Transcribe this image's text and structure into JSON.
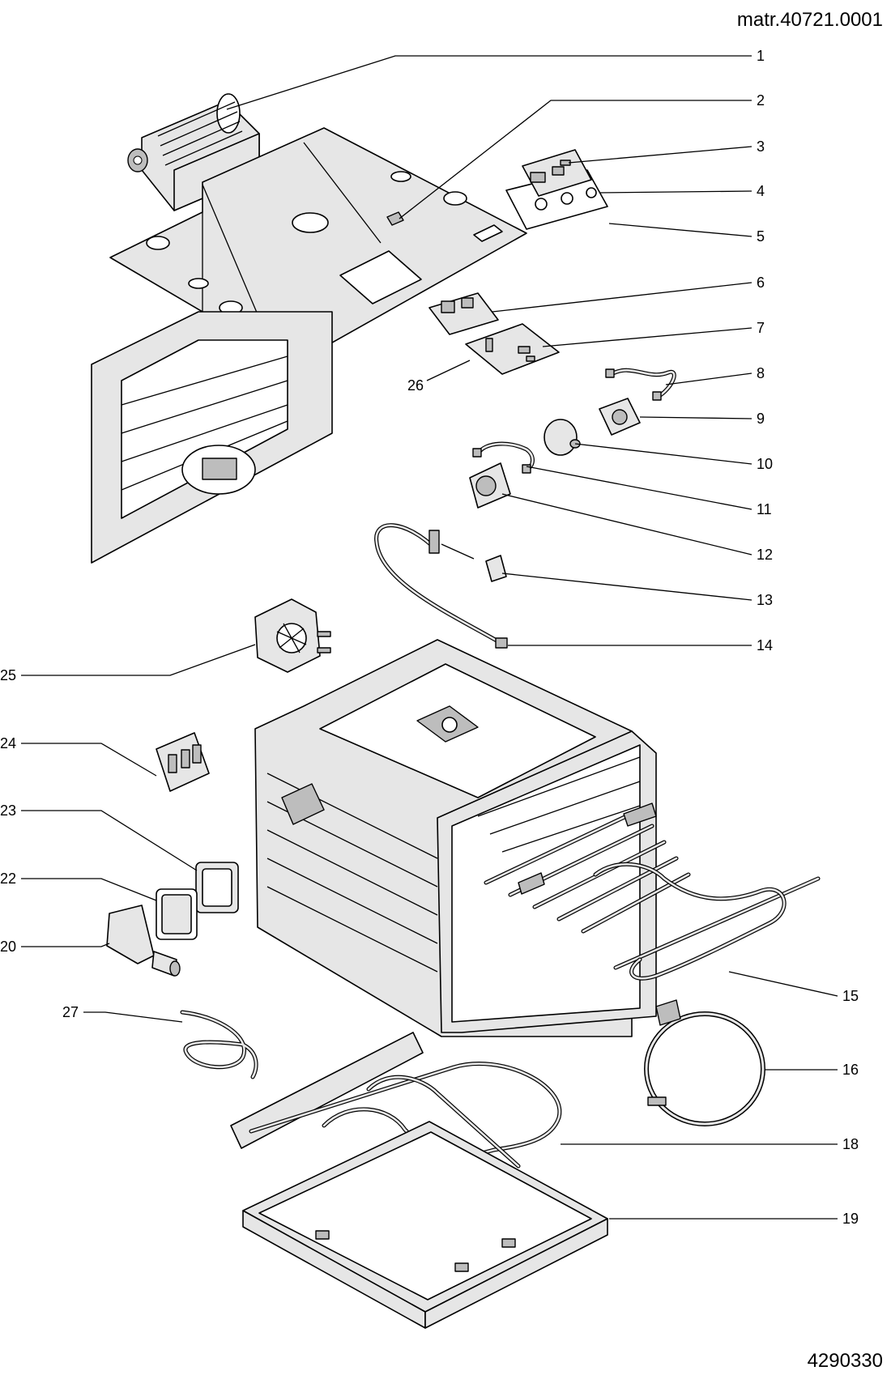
{
  "header": {
    "material_code": "matr.40721.0001"
  },
  "footer": {
    "drawing_number": "4290330"
  },
  "callouts": {
    "c1": "1",
    "c2": "2",
    "c3": "3",
    "c4": "4",
    "c5": "5",
    "c6": "6",
    "c7": "7",
    "c8": "8",
    "c9": "9",
    "c10": "10",
    "c11": "11",
    "c12": "12",
    "c13": "13",
    "c14": "14",
    "c15": "15",
    "c16": "16",
    "c18": "18",
    "c19": "19",
    "c20": "20",
    "c22": "22",
    "c23": "23",
    "c24": "24",
    "c25": "25",
    "c26": "26",
    "c27": "27"
  }
}
